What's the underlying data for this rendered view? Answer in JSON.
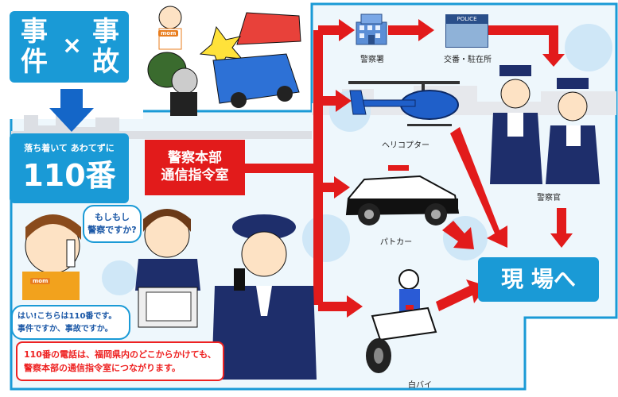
{
  "top_left": {
    "char1": "事",
    "char2": "件",
    "times": "×",
    "char3": "事",
    "char4": "故"
  },
  "call_box": {
    "sub": "落ち着いて あわてずに",
    "number": "110番"
  },
  "hq": {
    "line1": "警察本部",
    "line2": "通信指令室"
  },
  "speech_caller": {
    "line1": "もしもし",
    "line2": "警察ですか?"
  },
  "speech_operator": {
    "line1": "はい!こちらは110番です。",
    "line2": "事件ですか、事故ですか。"
  },
  "note": {
    "line1": "110番の電話は、福岡県内のどこからかけても、",
    "line2": "警察本部の通信指令室につながります。"
  },
  "destinations": {
    "police_station": "警察署",
    "koban": "交番・駐在所",
    "helicopter": "ヘリコプター",
    "patrol_car": "パトカー",
    "motorcycle": "白バイ",
    "officers": "警察官"
  },
  "police_sign": "POLICE",
  "mom_tag": "mom",
  "goal": "現 場へ",
  "colors": {
    "blue": "#1a9ad6",
    "red": "#e21b1b",
    "navy": "#1e2e6b",
    "arrow_blue": "#1466c8"
  }
}
